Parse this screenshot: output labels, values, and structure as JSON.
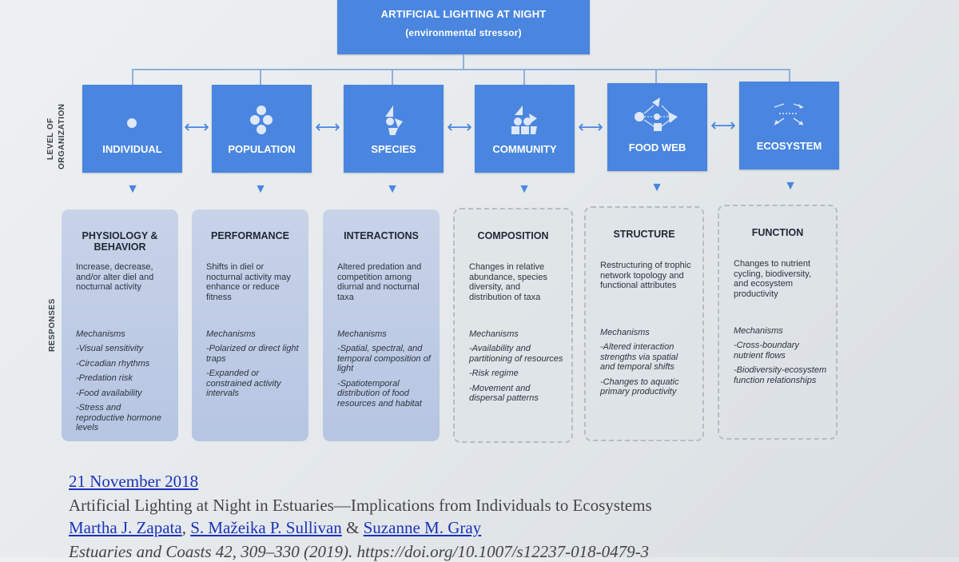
{
  "stressor": {
    "title": "ARTIFICIAL LIGHTING AT NIGHT",
    "subtitle": "(environmental stressor)"
  },
  "side_labels": {
    "levels": "LEVEL OF",
    "levels2": "ORGANIZATION",
    "responses": "RESPONSES"
  },
  "levels": [
    {
      "label": "INDIVIDUAL"
    },
    {
      "label": "POPULATION"
    },
    {
      "label": "SPECIES"
    },
    {
      "label": "COMMUNITY"
    },
    {
      "label": "FOOD WEB"
    },
    {
      "label": "ECOSYSTEM"
    }
  ],
  "responses": [
    {
      "title": "PHYSIOLOGY &",
      "title2": "BEHAVIOR",
      "desc": "Increase, decrease, and/or alter diel and nocturnal activity",
      "mech_head": "Mechanisms",
      "mechanisms": [
        "-Visual sensitivity",
        "-Circadian rhythms",
        "-Predation risk",
        "-Food availability",
        "-Stress and reproductive hormone levels"
      ]
    },
    {
      "title": "PERFORMANCE",
      "title2": "",
      "desc": "Shifts in diel or nocturnal activity may enhance or reduce fitness",
      "mech_head": "Mechanisms",
      "mechanisms": [
        "-Polarized or direct light traps",
        "-Expanded or constrained activity intervals"
      ]
    },
    {
      "title": "INTERACTIONS",
      "title2": "",
      "desc": "Altered predation and competition among diurnal and nocturnal taxa",
      "mech_head": "Mechanisms",
      "mechanisms": [
        "-Spatial, spectral, and temporal composition of light",
        "-Spatiotemporal distribution of food resources and habitat"
      ]
    },
    {
      "title": "COMPOSITION",
      "title2": "",
      "desc": "Changes in relative abundance, species diversity, and distribution of taxa",
      "mech_head": "Mechanisms",
      "mechanisms": [
        "-Availability and partitioning of resources",
        "-Risk regime",
        "-Movement and dispersal patterns"
      ]
    },
    {
      "title": "STRUCTURE",
      "title2": "",
      "desc": "Restructuring of trophic network topology and functional attributes",
      "mech_head": "Mechanisms",
      "mechanisms": [
        "-Altered interaction strengths via spatial and temporal shifts",
        "-Changes to aquatic primary productivity"
      ]
    },
    {
      "title": "FUNCTION",
      "title2": "",
      "desc": "Changes to nutrient cycling, biodiversity, and ecosystem productivity",
      "mech_head": "Mechanisms",
      "mechanisms": [
        "-Cross-boundary nutrient flows",
        "-Biodiversity-ecosystem function relationships"
      ]
    }
  ],
  "citation": {
    "date": "21 November 2018",
    "title": "Artificial Lighting at Night in Estuaries—Implications from Individuals to Ecosystems",
    "author1": "Martha J. Zapata",
    "sep1": ", ",
    "author2": "S. Mažeika P. Sullivan",
    "sep2": " & ",
    "author3": "Suzanne M. Gray",
    "journal": "Estuaries and Coasts 42, 309–330 (2019). https://doi.org/10.1007/s12237-018-0479-3"
  },
  "colors": {
    "accent": "#4a86e0",
    "panel": "#c8d3e8"
  }
}
